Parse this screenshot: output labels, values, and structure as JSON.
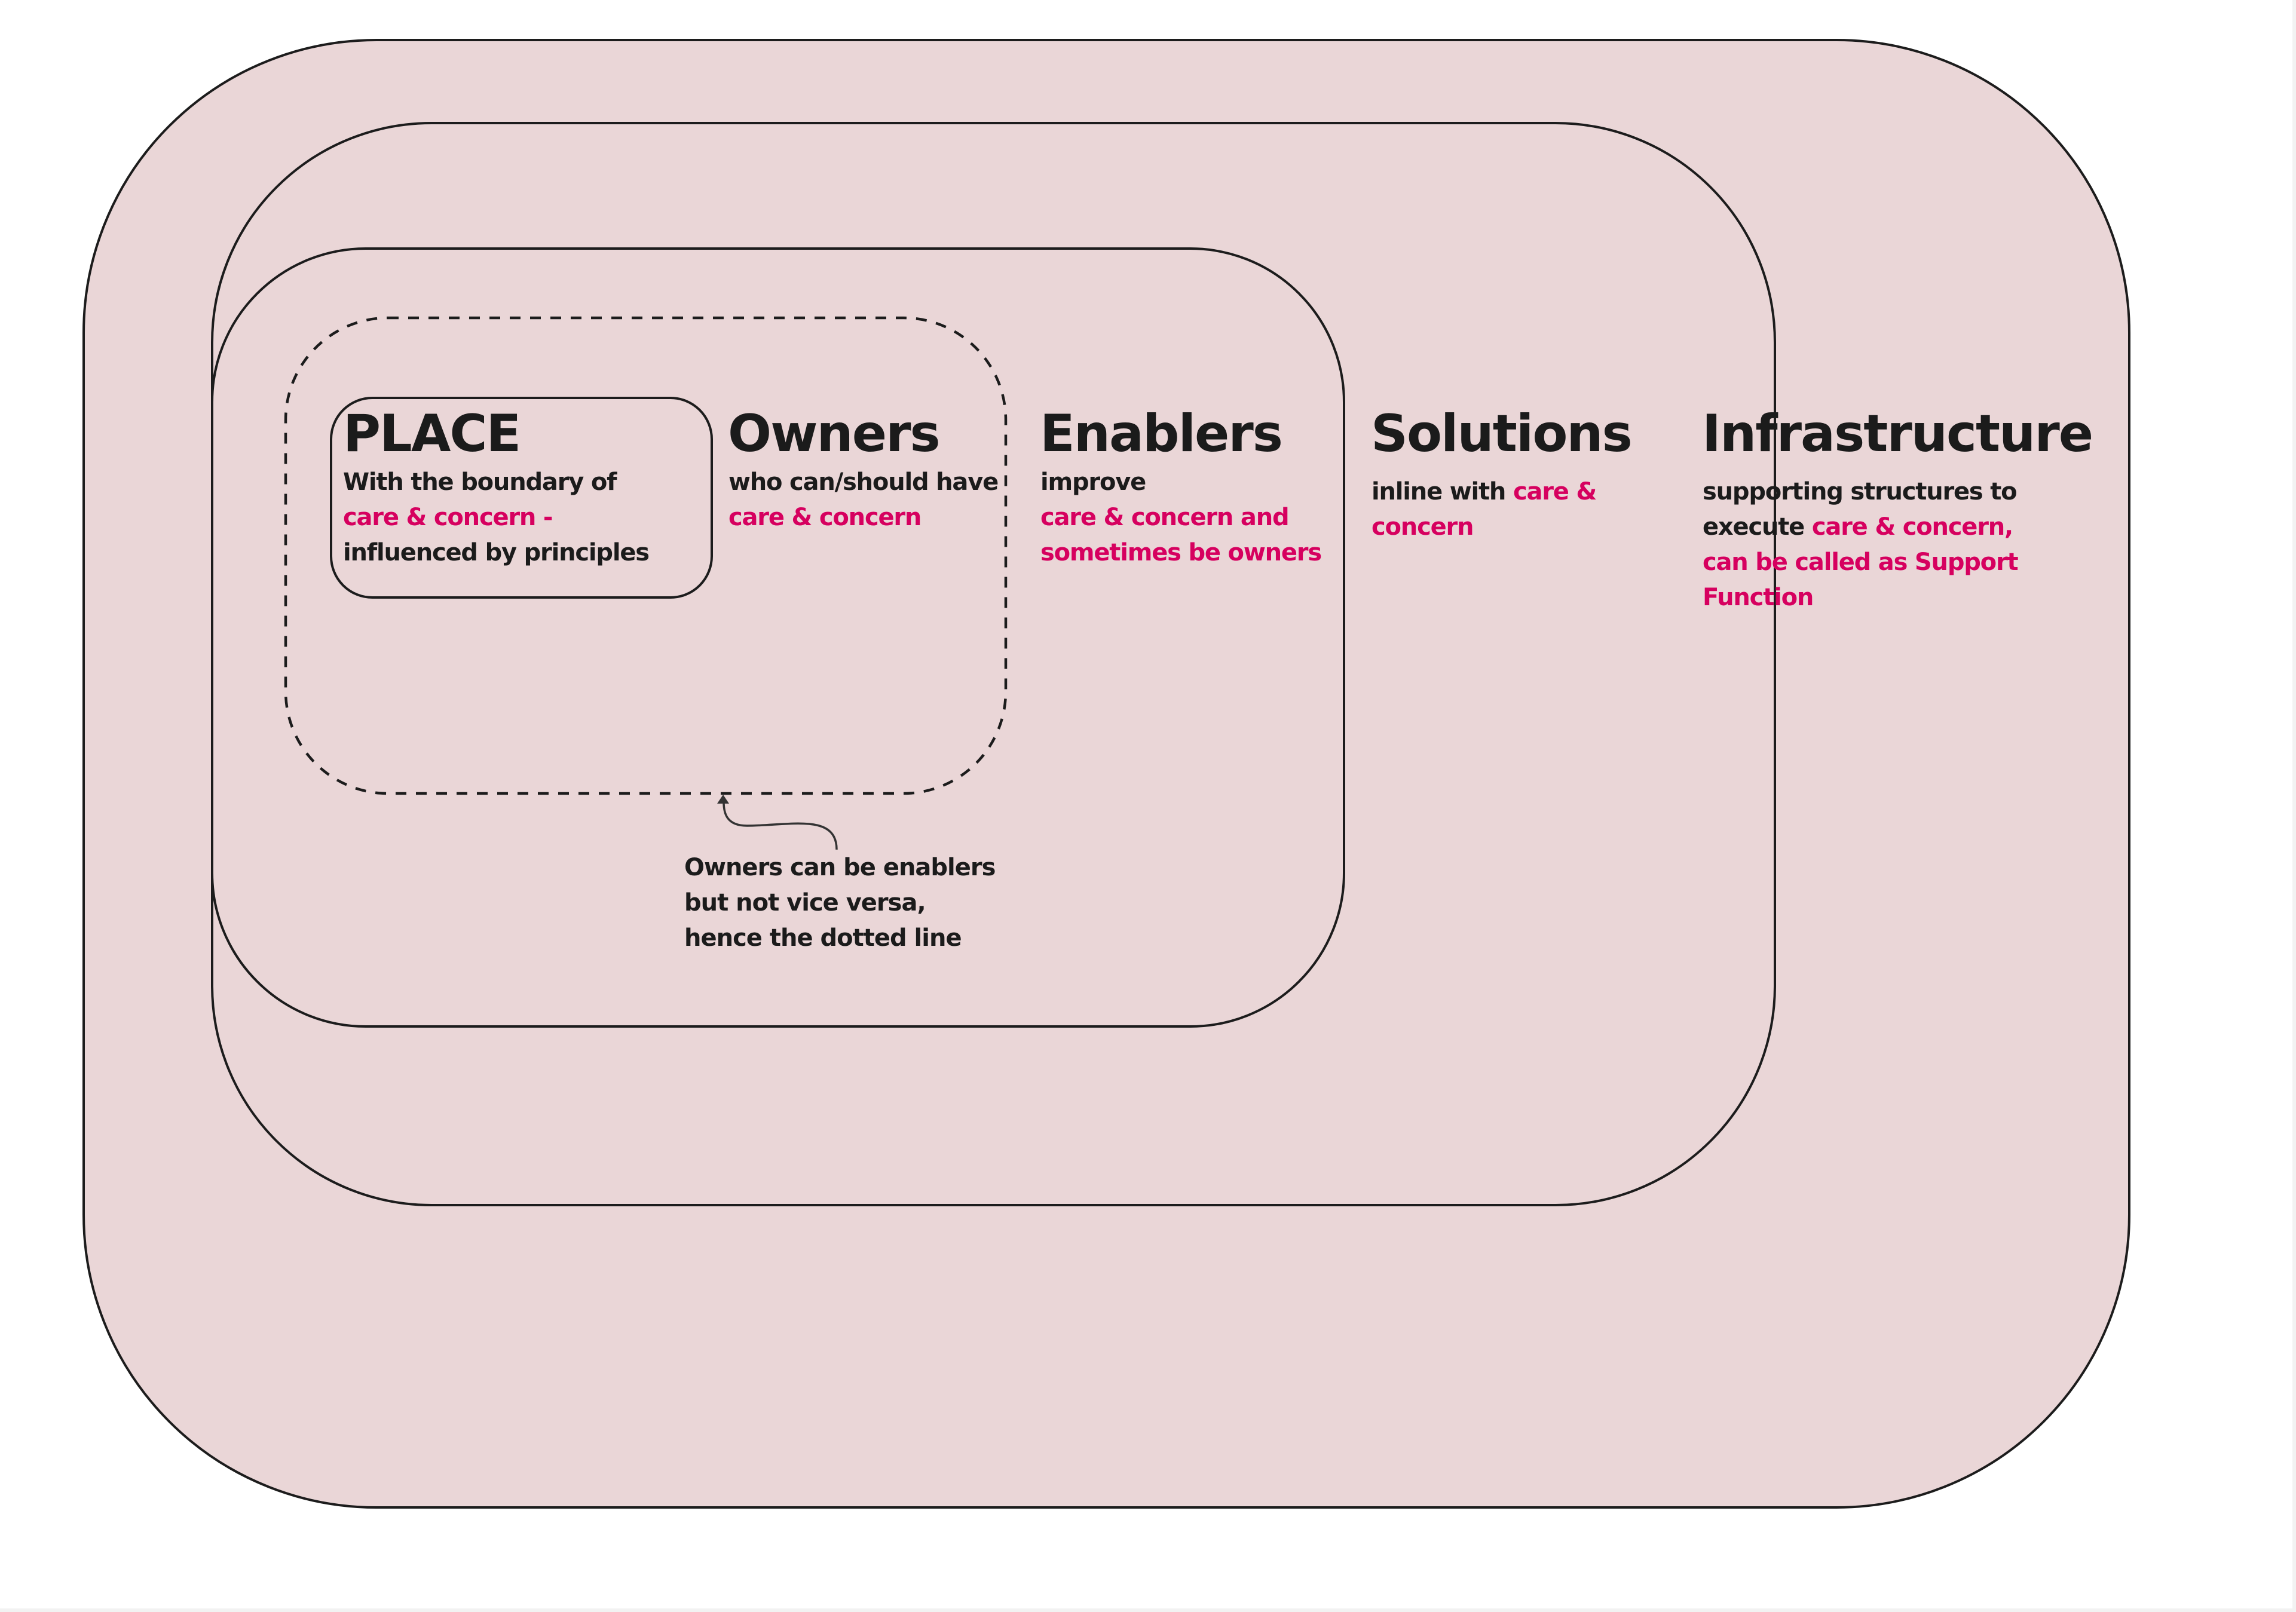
{
  "colors": {
    "fill": "#ead6d7",
    "stroke": "#1c1c1c",
    "text": "#1b1b1b",
    "accent": "#d6005f"
  },
  "layers": [
    {
      "id": "place",
      "title": "PLACE",
      "lines": [
        {
          "parts": [
            {
              "text": "With the boundary of",
              "accent": false
            }
          ]
        },
        {
          "parts": [
            {
              "text": "care & concern -",
              "accent": true
            }
          ]
        },
        {
          "parts": [
            {
              "text": "influenced by principles",
              "accent": false
            }
          ]
        }
      ]
    },
    {
      "id": "owners",
      "title": "Owners",
      "lines": [
        {
          "parts": [
            {
              "text": "who can/should have",
              "accent": false
            }
          ]
        },
        {
          "parts": [
            {
              "text": "care & concern",
              "accent": true
            }
          ]
        }
      ]
    },
    {
      "id": "enablers",
      "title": "Enablers",
      "lines": [
        {
          "parts": [
            {
              "text": "improve",
              "accent": false
            }
          ]
        },
        {
          "parts": [
            {
              "text": "care & concern and",
              "accent": true
            }
          ]
        },
        {
          "parts": [
            {
              "text": "sometimes be owners",
              "accent": true
            }
          ]
        }
      ]
    },
    {
      "id": "solutions",
      "title": "Solutions",
      "lines": [
        {
          "parts": [
            {
              "text": "inline with ",
              "accent": false
            },
            {
              "text": "care &",
              "accent": true
            }
          ]
        },
        {
          "parts": [
            {
              "text": "concern",
              "accent": true
            }
          ]
        }
      ]
    },
    {
      "id": "infrastructure",
      "title": "Infrastructure",
      "lines": [
        {
          "parts": [
            {
              "text": "supporting structures to",
              "accent": false
            }
          ]
        },
        {
          "parts": [
            {
              "text": "execute ",
              "accent": false
            },
            {
              "text": "care & concern,",
              "accent": true
            }
          ]
        },
        {
          "parts": [
            {
              "text": "can be called as Support",
              "accent": true
            }
          ]
        },
        {
          "parts": [
            {
              "text": "Function",
              "accent": true
            }
          ]
        }
      ]
    }
  ],
  "annotation": {
    "lines": [
      "Owners can be enablers",
      "but not vice versa,",
      "hence the dotted line"
    ],
    "arrow_icon": "curved-arrow-up-icon"
  }
}
